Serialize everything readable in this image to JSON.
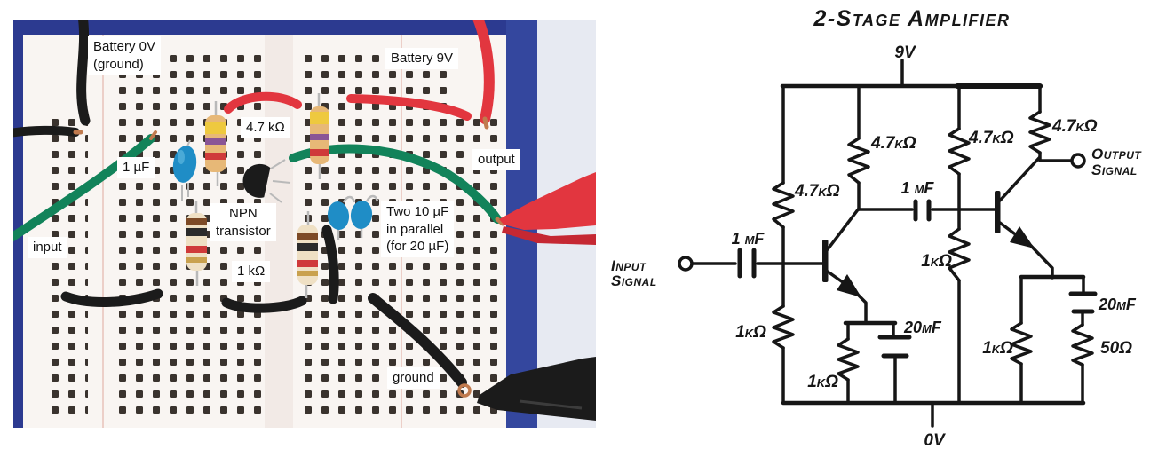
{
  "photo": {
    "labels": {
      "battery_ground_1": "Battery 0V",
      "battery_ground_2": "(ground)",
      "battery_9v": "Battery 9V",
      "resistor_47k": "4.7 kΩ",
      "cap_1uf": "1 µF",
      "output": "output",
      "npn_1": "NPN",
      "npn_2": "transistor",
      "cap_20uf_1": "Two 10 µF",
      "cap_20uf_2": "in parallel",
      "cap_20uf_3": "(for 20 µF)",
      "resistor_1k": "1 kΩ",
      "input": "input",
      "ground": "ground"
    }
  },
  "schematic": {
    "title": "2-Stage Amplifier",
    "supply_label": "9V",
    "ground_label": "0V",
    "input_label_1": "Input",
    "input_label_2": "Signal",
    "output_label_1": "Output",
    "output_label_2": "Signal",
    "r_divider1_top": "4.7kΩ",
    "r_divider1_bottom": "1kΩ",
    "r_collector1": "4.7kΩ",
    "r_divider2_top": "4.7kΩ",
    "r_divider2_bottom": "1kΩ",
    "r_collector2": "4.7kΩ",
    "r_emitter1": "1kΩ",
    "r_emitter2": "1kΩ",
    "r_output": "50Ω",
    "c_input": "1 µF",
    "c_coupling": "1 µF",
    "c_bypass1": "20µF",
    "c_bypass2": "20µF"
  },
  "colors": {
    "navy": "#2c3a90",
    "navy_band": "#34479e",
    "board": "#f9f5f2",
    "margin_light": "#e7eaf2",
    "channel": "#f2eae6",
    "hole": "#3a332e",
    "wire_red": "#e2363f",
    "wire_red_dark": "#c52833",
    "wire_green": "#12835a",
    "wire_black": "#1b1b1b",
    "copper": "#c07a4e",
    "lead_silver": "#b9b9b9",
    "resistor_tan": "#e7b877",
    "resistor_cream": "#efe0c4",
    "band_yellow": "#eec93f",
    "band_violet": "#8a5596",
    "band_red": "#cf3a3a",
    "band_brown": "#7d4a26",
    "band_black": "#2b2b2b",
    "band_gold": "#c9a14e",
    "cap_blue": "#1f8dc6",
    "cap_blue_light": "#5cb6de",
    "ink": "#161616"
  }
}
